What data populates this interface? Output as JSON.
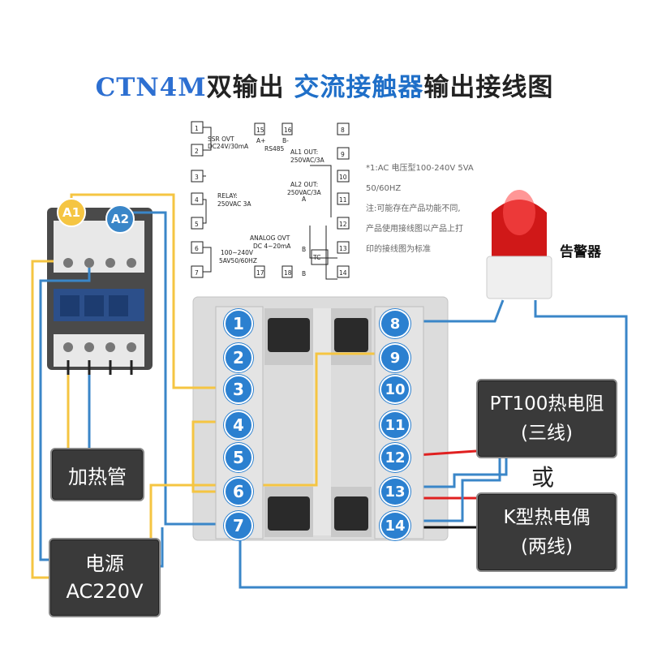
{
  "title": {
    "brand": "CTN4M",
    "part1": "双输出 ",
    "accent": "交流接触器",
    "part2": "输出接线图"
  },
  "schema": {
    "ssr": "SSR OVT",
    "ssr_rating": "DC24V/30mA",
    "rs485": "RS485",
    "al1": "AL1  OUT:",
    "al1_rating": "250VAC/3A",
    "al2": "AL2  OUT:",
    "al2_rating": "250VAC/3A",
    "relay": "RELAY:",
    "relay_rating": "250VAC 3A",
    "analog": "ANALOG OVT",
    "analog_rating": "DC  4~20mA",
    "supply": "100~240V",
    "supply_rating": "5AV50/60HZ",
    "tc": "TC"
  },
  "note": {
    "line1": "*1:AC 电压型100-240V 5VA",
    "line2": "50/60HZ",
    "line3": "注:可能存在产品功能不同,",
    "line4": "产品使用接线图以产品上打",
    "line5": "印的接线图为标准"
  },
  "contactor": {
    "a1": "A1",
    "a2": "A2"
  },
  "terminals_left": [
    "1",
    "2",
    "3",
    "4",
    "5",
    "6",
    "7"
  ],
  "terminals_right": [
    "8",
    "9",
    "10",
    "11",
    "12",
    "13",
    "14"
  ],
  "alarm_label": "告警器",
  "heater_label": "加热管",
  "power": {
    "line1": "电源",
    "line2": "AC220V"
  },
  "pt100": {
    "line1": "PT100热电阻",
    "line2": "(三线)"
  },
  "or_text": "或",
  "ktype": {
    "line1": "K型热电偶",
    "line2": "(两线)"
  },
  "colors": {
    "wire_yellow": "#f5c542",
    "wire_blue": "#3a86c8",
    "wire_red": "#e02020",
    "badge": "#2b80d0",
    "terminal_bg": "#d9d9d9"
  }
}
